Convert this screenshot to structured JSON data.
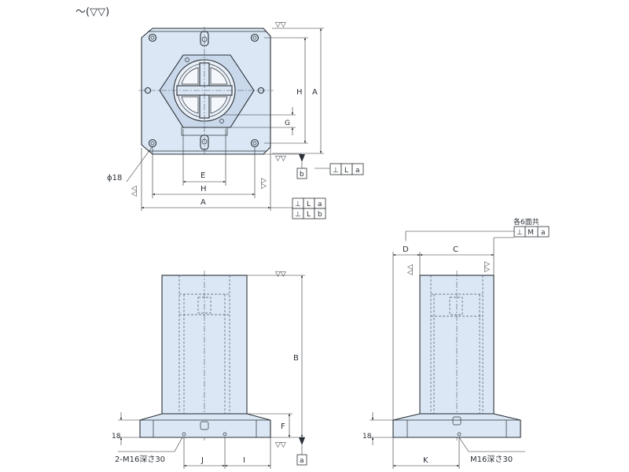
{
  "surface_symbol": "～(▽▽)",
  "finish_mark": "▽▽",
  "top_view": {
    "dims": {
      "A_vert": "A",
      "H_vert": "H",
      "G": "G",
      "E": "E",
      "H_horiz": "H",
      "A_horiz": "A",
      "dia": "ϕ18"
    },
    "datum_b": "b",
    "tol_right": [
      "⊥",
      "L",
      "a"
    ],
    "tol_bottom_row1": [
      "⊥",
      "L",
      "a"
    ],
    "tol_bottom_row2": [
      "⊥",
      "L",
      "b"
    ]
  },
  "front_view": {
    "dims": {
      "B": "B",
      "F": "F",
      "t18": "18",
      "J": "J",
      "I": "I"
    },
    "datum_a": "a",
    "thread_note": "2-M16深さ30"
  },
  "side_view": {
    "note_each_face": "各6面共",
    "tol": [
      "⊥",
      "M",
      "a"
    ],
    "dims": {
      "D": "D",
      "C": "C",
      "t18": "18",
      "K": "K"
    },
    "thread_note": "M16深さ30"
  }
}
